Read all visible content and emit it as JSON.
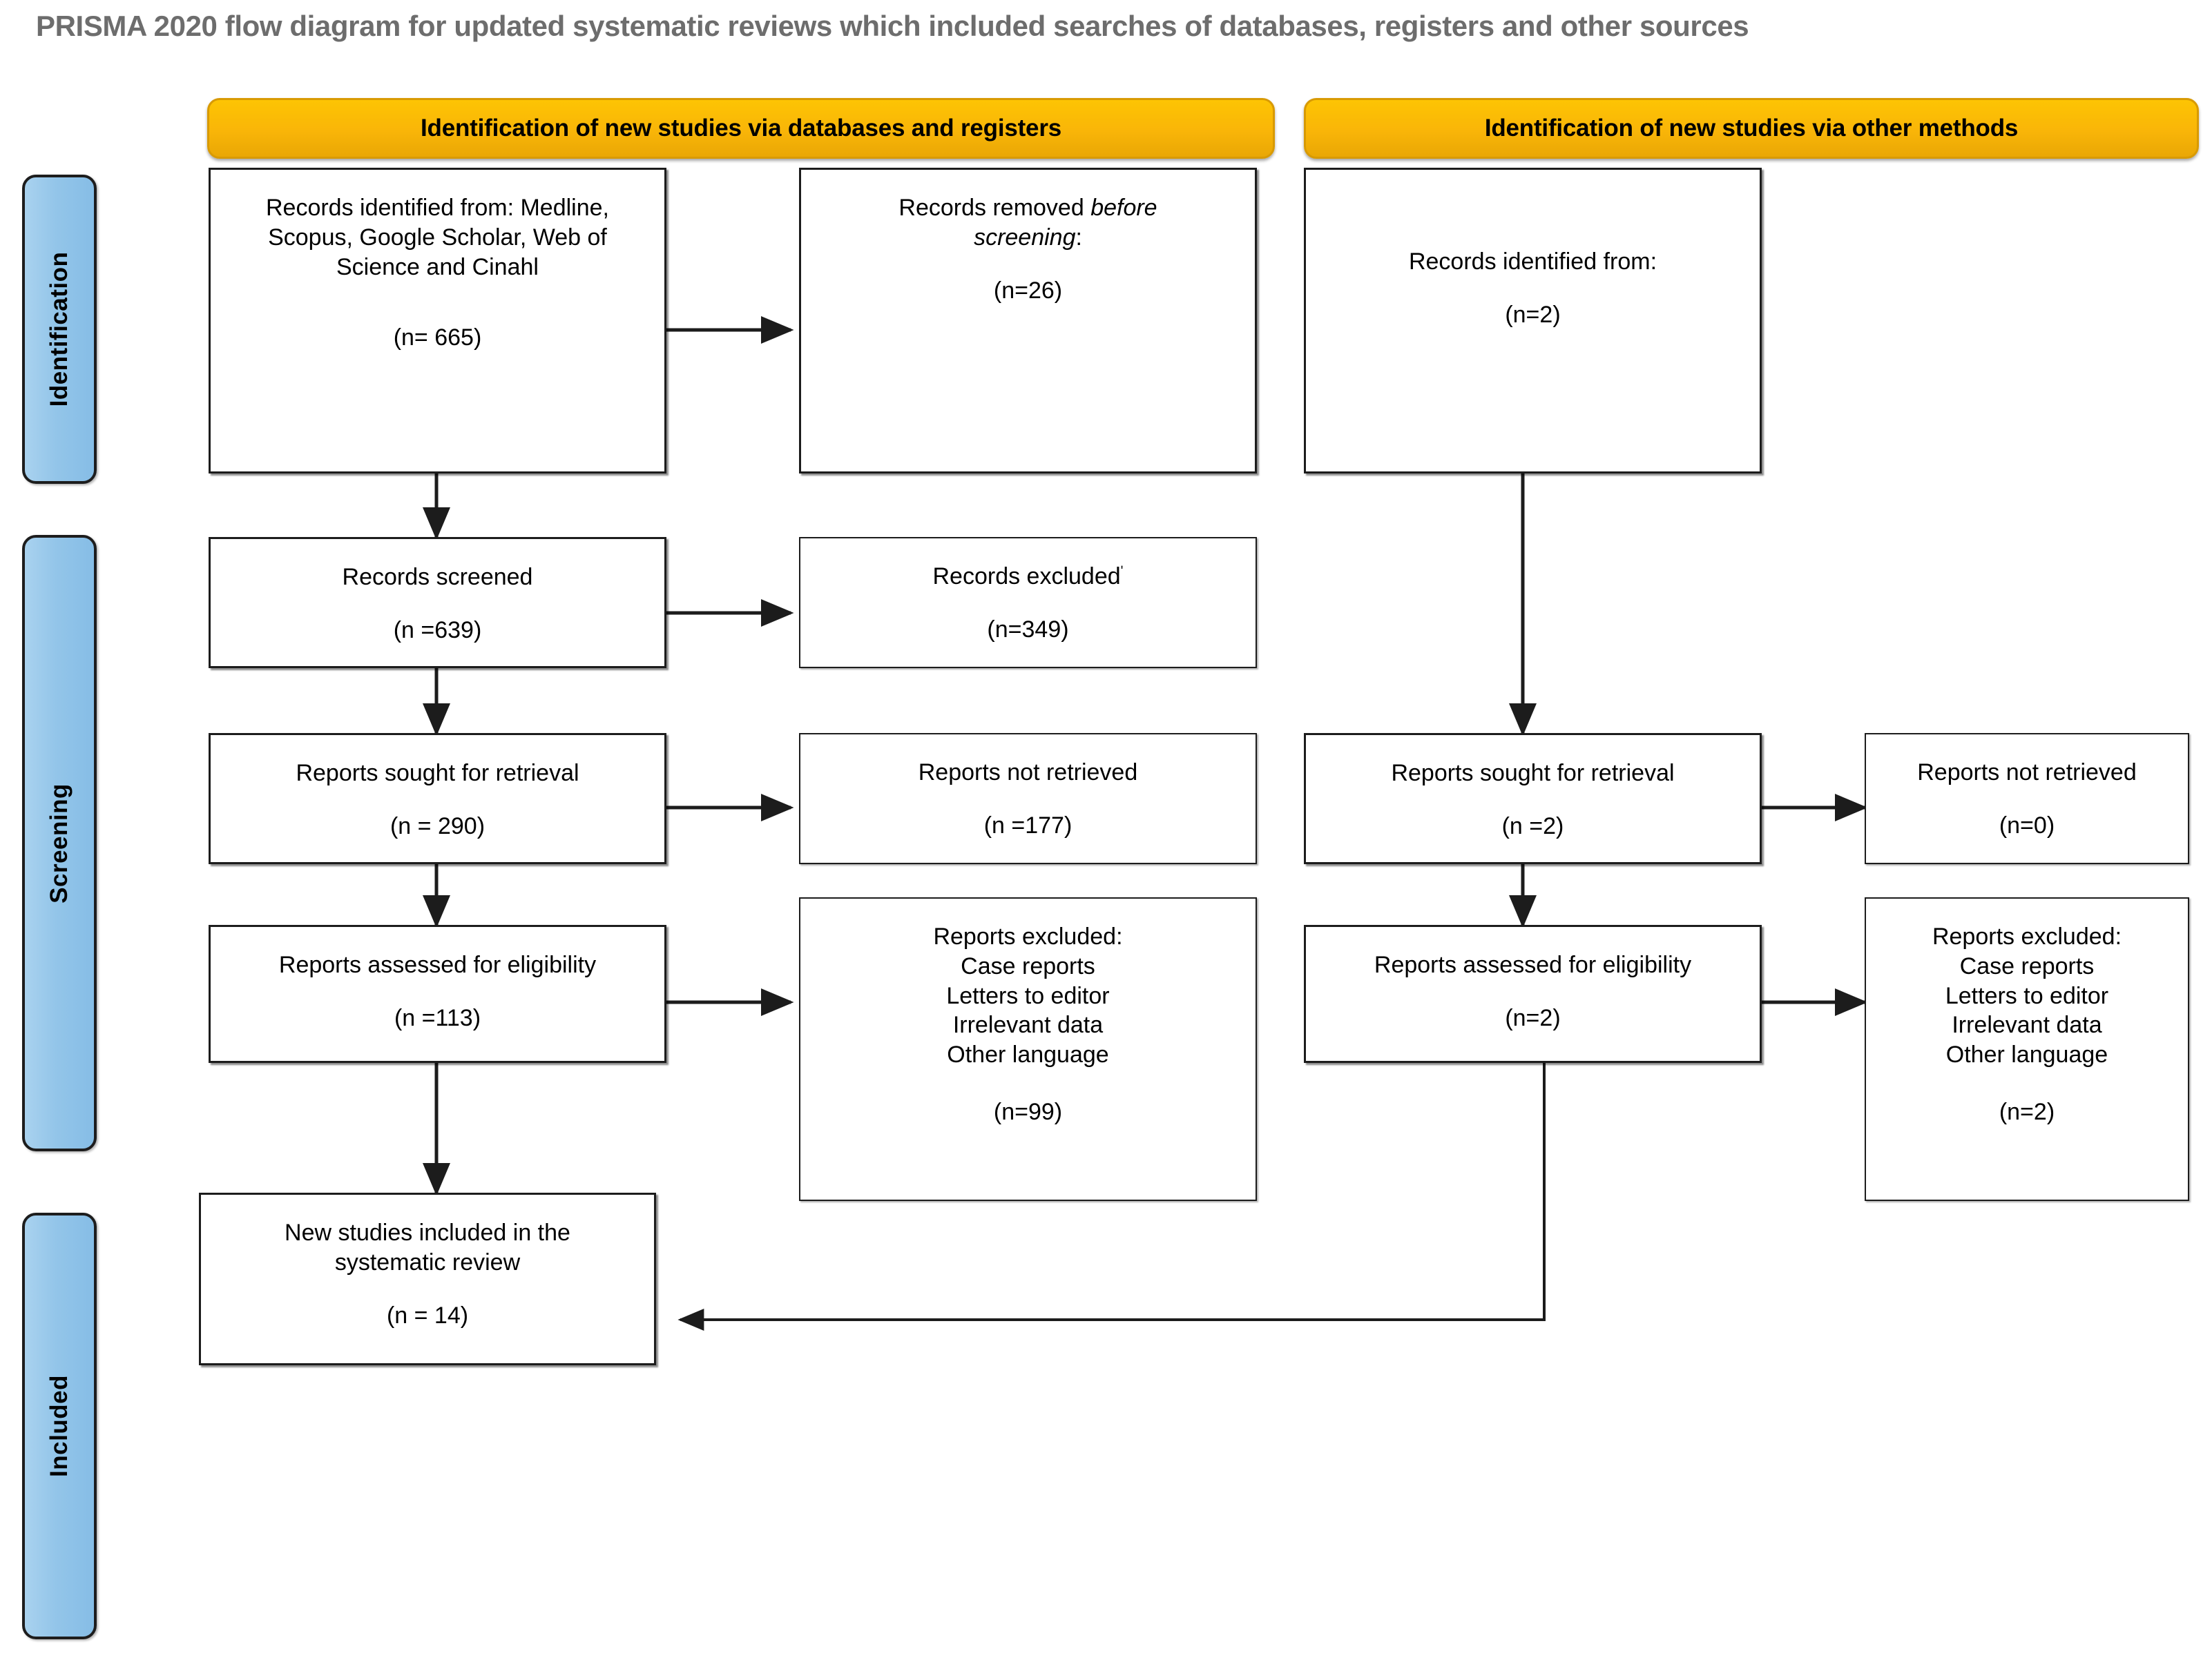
{
  "title": "PRISMA 2020 flow diagram for updated systematic reviews which included searches of databases, registers and other sources",
  "colors": {
    "header_orange": "#f9b508",
    "stage_blue": "#93c5e9",
    "box_border": "#1c1c1c",
    "title_gray": "#6d6d6d"
  },
  "headers": {
    "databases": "Identification of new studies via databases and registers",
    "other": "Identification of new studies via other methods"
  },
  "stages": [
    {
      "label": "Identification"
    },
    {
      "label": "Screening"
    },
    {
      "label": "Included"
    }
  ],
  "chart_data": {
    "type": "diagram",
    "diagram_kind": "PRISMA 2020 flow diagram",
    "columns": [
      "databases and registers",
      "other methods"
    ],
    "nodes": [
      {
        "id": "db_identified",
        "column": "databases and registers",
        "stage": "Identification",
        "label": "Records identified from: Medline, Scopus, Google Scholar, Web of Science and Cinahl",
        "count_text": "(n= 665)",
        "n": 665
      },
      {
        "id": "db_removed",
        "column": "databases and registers",
        "stage": "Identification",
        "label": "Records removed before screening:",
        "count_text": "(n=26)",
        "n": 26
      },
      {
        "id": "db_screened",
        "column": "databases and registers",
        "stage": "Screening",
        "label": "Records screened",
        "count_text": "(n =639)",
        "n": 639
      },
      {
        "id": "db_excluded",
        "column": "databases and registers",
        "stage": "Screening",
        "label": "Records excluded",
        "count_text": "(n=349)",
        "n": 349
      },
      {
        "id": "db_sought",
        "column": "databases and registers",
        "stage": "Screening",
        "label": "Reports sought for retrieval",
        "count_text": "(n = 290)",
        "n": 290
      },
      {
        "id": "db_not_retrieved",
        "column": "databases and registers",
        "stage": "Screening",
        "label": "Reports not retrieved",
        "count_text": "(n =177)",
        "n": 177
      },
      {
        "id": "db_assessed",
        "column": "databases and registers",
        "stage": "Screening",
        "label": "Reports assessed for eligibility",
        "count_text": "(n =113)",
        "n": 113
      },
      {
        "id": "db_reports_excluded",
        "column": "databases and registers",
        "stage": "Screening",
        "label": "Reports excluded:",
        "reasons": [
          "Case reports",
          "Letters to editor",
          "Irrelevant data",
          "Other language"
        ],
        "count_text": "(n=99)",
        "n": 99
      },
      {
        "id": "ot_identified",
        "column": "other methods",
        "stage": "Identification",
        "label": "Records identified from:",
        "count_text": "(n=2)",
        "n": 2
      },
      {
        "id": "ot_sought",
        "column": "other methods",
        "stage": "Screening",
        "label": "Reports sought for retrieval",
        "count_text": "(n =2)",
        "n": 2
      },
      {
        "id": "ot_not_retrieved",
        "column": "other methods",
        "stage": "Screening",
        "label": "Reports not retrieved",
        "count_text": "(n=0)",
        "n": 0
      },
      {
        "id": "ot_assessed",
        "column": "other methods",
        "stage": "Screening",
        "label": "Reports assessed for eligibility",
        "count_text": "(n=2)",
        "n": 2
      },
      {
        "id": "ot_reports_excluded",
        "column": "other methods",
        "stage": "Screening",
        "label": "Reports excluded:",
        "reasons": [
          "Case reports",
          "Letters to editor",
          "Irrelevant data",
          "Other language"
        ],
        "count_text": "(n=2)",
        "n": 2
      },
      {
        "id": "included",
        "column": "databases and registers",
        "stage": "Included",
        "label": "New studies included in the systematic review",
        "count_text": "(n = 14)",
        "n": 14
      }
    ],
    "edges": [
      {
        "from": "db_identified",
        "to": "db_removed"
      },
      {
        "from": "db_identified",
        "to": "db_screened"
      },
      {
        "from": "db_screened",
        "to": "db_excluded"
      },
      {
        "from": "db_screened",
        "to": "db_sought"
      },
      {
        "from": "db_sought",
        "to": "db_not_retrieved"
      },
      {
        "from": "db_sought",
        "to": "db_assessed"
      },
      {
        "from": "db_assessed",
        "to": "db_reports_excluded"
      },
      {
        "from": "db_assessed",
        "to": "included"
      },
      {
        "from": "ot_identified",
        "to": "ot_sought"
      },
      {
        "from": "ot_sought",
        "to": "ot_not_retrieved"
      },
      {
        "from": "ot_sought",
        "to": "ot_assessed"
      },
      {
        "from": "ot_assessed",
        "to": "ot_reports_excluded"
      },
      {
        "from": "ot_assessed",
        "to": "included"
      }
    ]
  },
  "nodes_text": {
    "db_identified_label": "Records identified from: Medline,\nScopus, Google Scholar, Web of\nScience and Cinahl",
    "db_identified_count": "(n= 665)",
    "db_removed_count": "(n=26)",
    "db_removed_pre": "Records removed ",
    "db_removed_em": "before",
    "db_removed_post": "screening",
    "db_removed_colon": ":",
    "db_screened_label": "Records screened",
    "db_screened_count": "(n =639)",
    "db_excluded_label": "Records excluded",
    "db_excluded_count": "(n=349)",
    "db_sought_label": "Reports sought for retrieval",
    "db_sought_count": "(n = 290)",
    "db_not_retrieved_label": "Reports not retrieved",
    "db_not_retrieved_count": "(n =177)",
    "db_assessed_label": "Reports assessed for eligibility",
    "db_assessed_count": "(n =113)",
    "db_reports_excluded_label": "Reports excluded:\nCase reports\nLetters to editor\nIrrelevant data\nOther language",
    "db_reports_excluded_count": "(n=99)",
    "ot_identified_label": "Records identified from:",
    "ot_identified_count": "(n=2)",
    "ot_sought_label": "Reports sought for retrieval",
    "ot_sought_count": "(n =2)",
    "ot_not_retrieved_label": "Reports not retrieved",
    "ot_not_retrieved_count": "(n=0)",
    "ot_assessed_label": "Reports assessed for eligibility",
    "ot_assessed_count": "(n=2)",
    "ot_reports_excluded_label": "Reports excluded:\nCase reports\nLetters to editor\nIrrelevant data\nOther language",
    "ot_reports_excluded_count": "(n=2)",
    "included_label": "New studies included in the\nsystematic review",
    "included_count": "(n = 14)"
  }
}
